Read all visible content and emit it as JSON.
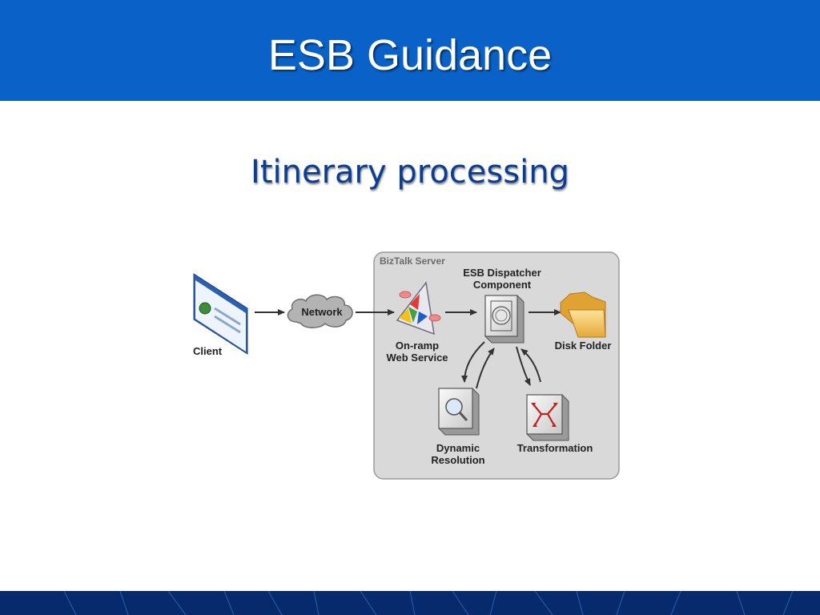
{
  "slide": {
    "title": "ESB Guidance",
    "subtitle": "Itinerary processing"
  },
  "diagram": {
    "container_label": "BizTalk Server",
    "nodes": {
      "client": "Client",
      "network": "Network",
      "onramp_line1": "On-ramp",
      "onramp_line2": "Web Service",
      "dispatcher_line1": "ESB Dispatcher",
      "dispatcher_line2": "Component",
      "disk_folder": "Disk Folder",
      "dynamic_line1": "Dynamic",
      "dynamic_line2": "Resolution",
      "transformation": "Transformation"
    },
    "edges": [
      {
        "from": "Client",
        "to": "Network"
      },
      {
        "from": "Network",
        "to": "On-ramp Web Service"
      },
      {
        "from": "On-ramp Web Service",
        "to": "ESB Dispatcher Component"
      },
      {
        "from": "ESB Dispatcher Component",
        "to": "Disk Folder"
      },
      {
        "from": "ESB Dispatcher Component",
        "to": "Dynamic Resolution",
        "bidirectional": true
      },
      {
        "from": "ESB Dispatcher Component",
        "to": "Transformation",
        "bidirectional": true
      }
    ]
  },
  "colors": {
    "header": "#0a62c9",
    "subtitle": "#0b3e92",
    "footer": "#062a6b",
    "container_fill": "#d9d9d9"
  }
}
